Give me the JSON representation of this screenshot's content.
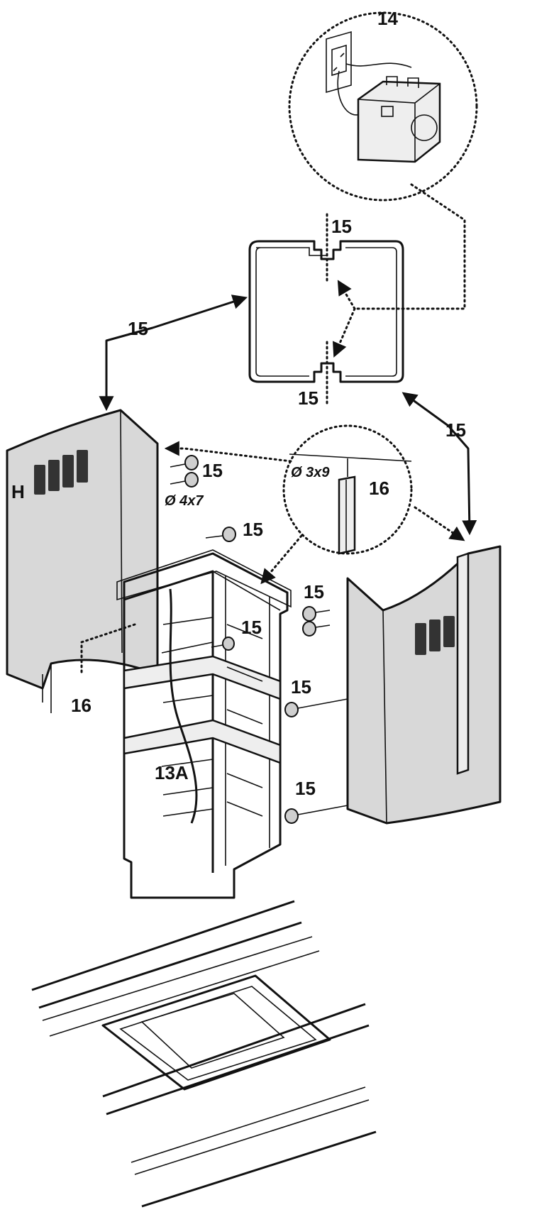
{
  "labels": {
    "part_14": "14",
    "part_15": "15",
    "part_16": "16",
    "part_13a": "13A",
    "panel_h": "H",
    "screw_4x7": "Ø 4x7",
    "screw_3x9": "Ø 3x9"
  },
  "colors": {
    "line": "#111111",
    "panel_fill": "#d8d8d8",
    "background": "#ffffff"
  }
}
